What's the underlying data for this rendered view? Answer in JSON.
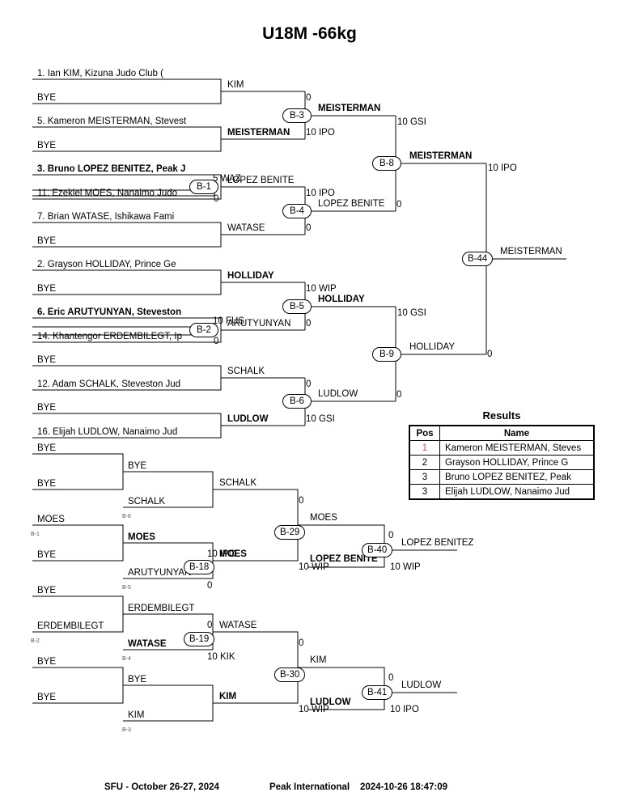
{
  "title": "U18M -66kg",
  "pool": {
    "entries": [
      "1. Ian KIM, Kizuna Judo Club (",
      "BYE",
      "5. Kameron MEISTERMAN, Stevest",
      "BYE",
      "3. Bruno LOPEZ BENITEZ, Peak J",
      "11. Ezekiel MOES, Nanaimo Judo",
      "7. Brian WATASE, Ishikawa Fami",
      "BYE",
      "2. Grayson HOLLIDAY, Prince Ge",
      "BYE",
      "6. Eric ARUTYUNYAN, Steveston",
      "14. Khantengor ERDEMBILEGT, Ip",
      "BYE",
      "12. Adam SCHALK, Steveston Jud",
      "BYE",
      "16. Elijah LUDLOW, Nanaimo Jud"
    ],
    "r1_winners": [
      "KIM",
      "MEISTERMAN",
      "LOPEZ BENITE",
      "WATASE",
      "HOLLIDAY",
      "ARUTYUNYAN",
      "SCHALK",
      "LUDLOW"
    ],
    "pre_bouts": [
      {
        "label": "B-1",
        "score_top": "5 WAZ",
        "score_bottom": "0"
      },
      {
        "label": "B-2",
        "score_top": "10 FUS",
        "score_bottom": "0"
      }
    ],
    "r2_bouts": [
      {
        "label": "B-3",
        "winner": "MEISTERMAN",
        "score_top": "0",
        "score_bottom": "10 IPO"
      },
      {
        "label": "B-4",
        "winner": "LOPEZ BENITE",
        "score_top": "10 IPO",
        "score_bottom": "0"
      },
      {
        "label": "B-5",
        "winner": "HOLLIDAY",
        "score_top": "10 WIP",
        "score_bottom": "0"
      },
      {
        "label": "B-6",
        "winner": "LUDLOW",
        "score_top": "0",
        "score_bottom": "10 GSI"
      }
    ],
    "sf_bouts": [
      {
        "label": "B-8",
        "winner": "MEISTERMAN",
        "score_top": "10 GSI",
        "score_bottom": "0"
      },
      {
        "label": "B-9",
        "winner": "HOLLIDAY",
        "score_top": "10 GSI",
        "score_bottom": "0"
      }
    ],
    "final": {
      "label": "B-44",
      "winner": "MEISTERMAN",
      "score_top": "10 IPO",
      "score_bottom": "0"
    }
  },
  "repechage": {
    "entries": [
      "BYE",
      "BYE",
      "MOES",
      "BYE",
      "BYE",
      "ERDEMBILEGT",
      "BYE",
      "BYE"
    ],
    "entry_refs": [
      "B-1",
      "B-2"
    ],
    "r2_entries": [
      "BYE",
      "SCHALK",
      "MOES",
      "ARUTYUNYAN",
      "ERDEMBILEGT",
      "WATASE",
      "BYE",
      "KIM"
    ],
    "r2_refs": [
      "B-6",
      "B-5",
      "B-4",
      "B-3"
    ],
    "r2_winners": [
      "SCHALK",
      "MOES",
      "WATASE",
      "KIM"
    ],
    "bouts": [
      {
        "label": "B-18",
        "score_top": "10 IPO",
        "score_bottom": "0"
      },
      {
        "label": "B-19",
        "score_top": "0",
        "score_bottom": "10 KIK"
      },
      {
        "label": "B-29",
        "winner": "MOES",
        "score_top": "0",
        "score_bottom": "10 WIP"
      },
      {
        "label": "B-30",
        "winner": "KIM",
        "score_top": "0",
        "score_bottom": "10 WIP"
      },
      {
        "label": "B-40",
        "winner": "LOPEZ BENITEZ",
        "score_top": "0",
        "score_bottom": "10 WIP"
      },
      {
        "label": "B-41",
        "winner": "LUDLOW",
        "score_top": "0",
        "score_bottom": "10 IPO"
      }
    ],
    "bronze_feeds": [
      "LOPEZ BENITE",
      "LUDLOW"
    ]
  },
  "results": {
    "title": "Results",
    "headers": [
      "Pos",
      "Name"
    ],
    "rows": [
      {
        "pos": "1",
        "name": "Kameron MEISTERMAN, Steves"
      },
      {
        "pos": "2",
        "name": "Grayson HOLLIDAY, Prince G"
      },
      {
        "pos": "3",
        "name": "Bruno LOPEZ BENITEZ, Peak"
      },
      {
        "pos": "3",
        "name": "Elijah LUDLOW, Nanaimo Jud"
      }
    ],
    "first_color": "#c0504d"
  },
  "footer": {
    "event": "SFU - October 26-27, 2024",
    "org": "Peak International",
    "timestamp": "2024-10-26 18:47:09"
  }
}
